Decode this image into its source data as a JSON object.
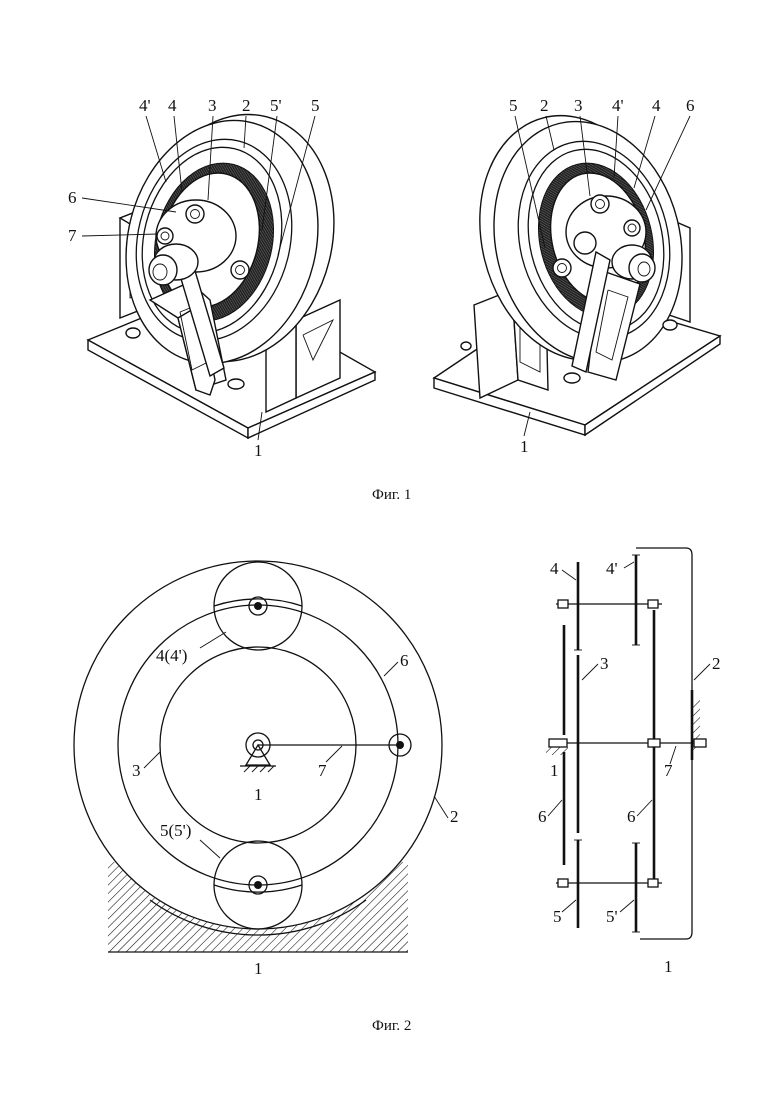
{
  "figure1": {
    "caption": "Фиг. 1",
    "left_view_labels": [
      "4'",
      "4",
      "3",
      "2",
      "5'",
      "5",
      "6",
      "7",
      "1"
    ],
    "right_view_labels": [
      "5",
      "2",
      "3",
      "4'",
      "4",
      "6",
      "1"
    ]
  },
  "figure2": {
    "caption": "Фиг. 2",
    "front_view_labels": [
      "4(4')",
      "6",
      "3",
      "7",
      "1",
      "2",
      "5(5')",
      "1"
    ],
    "side_view_labels": [
      "4",
      "4'",
      "3",
      "2",
      "1",
      "7",
      "6",
      "6",
      "5",
      "5'",
      "1"
    ]
  }
}
